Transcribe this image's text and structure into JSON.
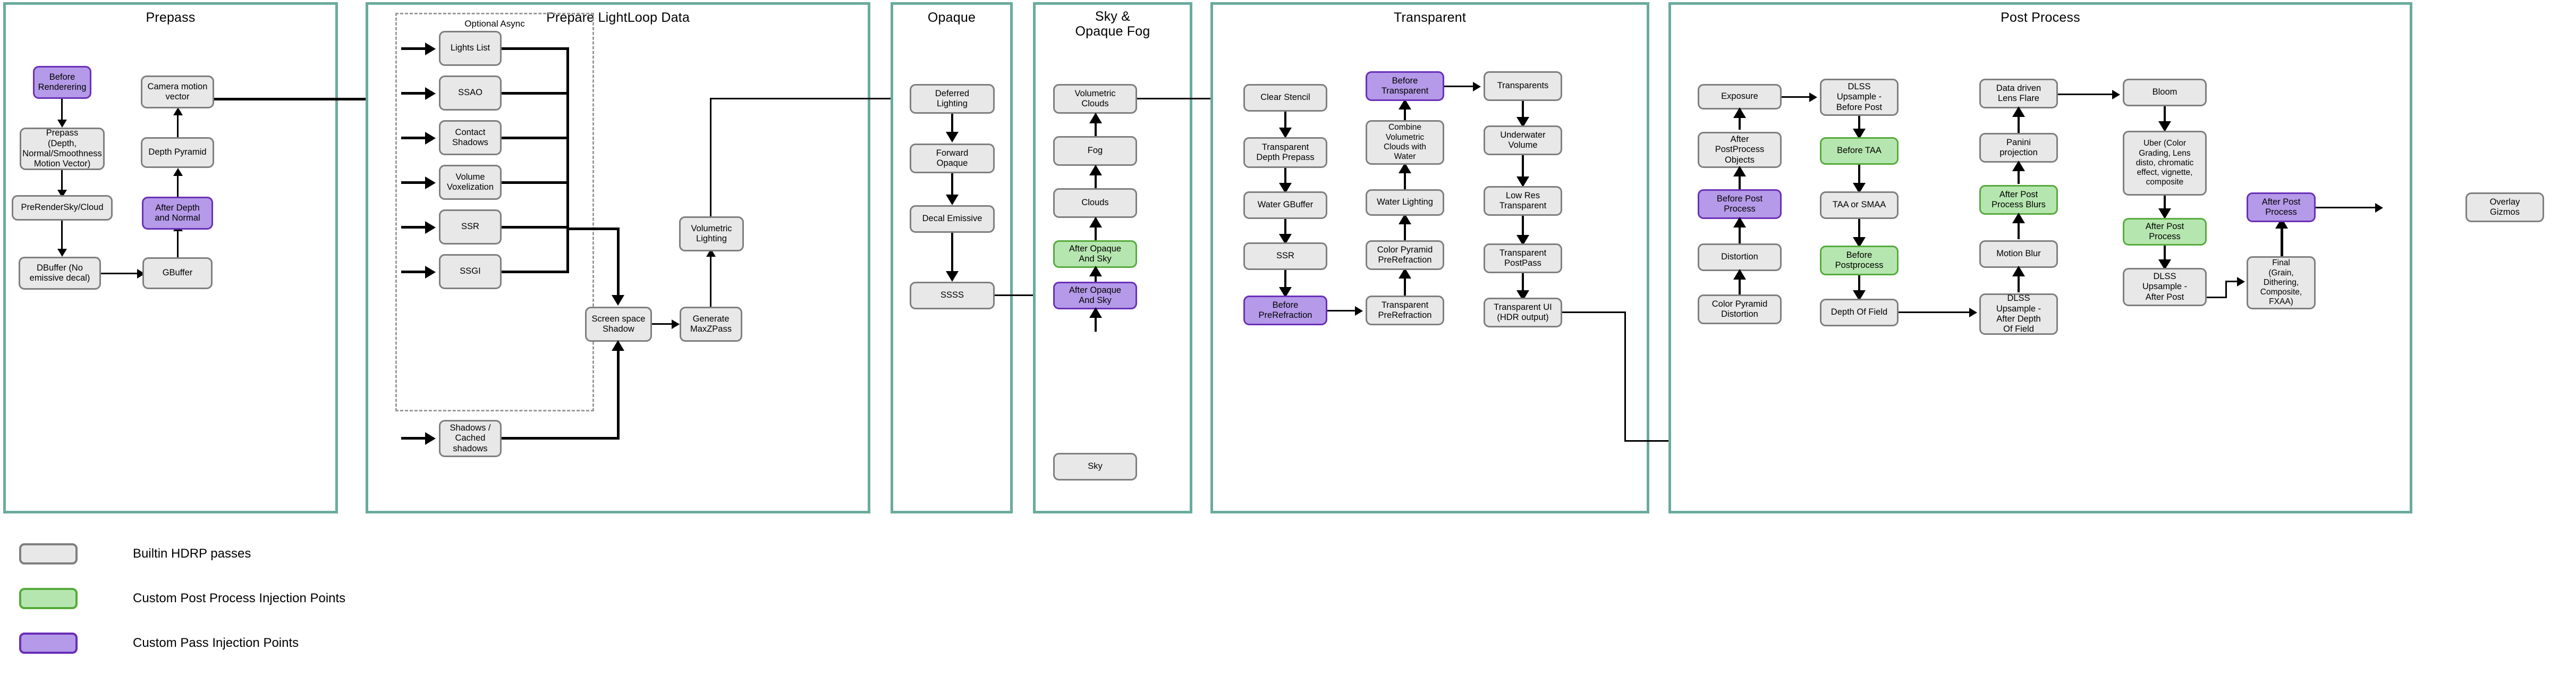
{
  "diagram": {
    "title": "HDRP Render Pipeline Pass Order",
    "colors": {
      "section_border": "#6aab9e",
      "builtin_fill": "#e8e8e8",
      "builtin_border": "#7f7f7f",
      "custom_post_fill": "#b6e6b0",
      "custom_post_border": "#56ab3c",
      "custom_pass_fill": "#b49ae8",
      "custom_pass_border": "#6a2fb8"
    }
  },
  "sections": {
    "prepass": {
      "title": "Prepass"
    },
    "lightloop": {
      "title": "Prepare LightLoop Data",
      "async_title": "Optional Async"
    },
    "opaque": {
      "title": "Opaque"
    },
    "skyfog": {
      "title": "Sky &\nOpaque Fog",
      "line1": "Sky &",
      "line2": "Opaque Fog"
    },
    "transparent": {
      "title": "Transparent"
    },
    "postprocess": {
      "title": "Post Process"
    }
  },
  "nodes": {
    "before_rendering": "Before\nRenderering",
    "prepass_depth": "Prepass\n(Depth,\nNormal/Smoothness\nMotion Vector)",
    "prerendersky": "PreRenderSky/Cloud",
    "dbuffer": "DBuffer (No\nemissive decal)",
    "camera_motion_vector": "Camera motion\nvector",
    "depth_pyramid": "Depth Pyramid",
    "after_depth_and_normal": "After Depth\nand Normal",
    "gbuffer": "GBuffer",
    "lights_list": "Lights List",
    "ssao": "SSAO",
    "contact_shadows": "Contact\nShadows",
    "volume_voxelization": "Volume\nVoxelization",
    "ssr_light": "SSR",
    "ssgi": "SSGI",
    "shadows_cached": "Shadows /\nCached\nshadows",
    "screen_space_shadow": "Screen space\nShadow",
    "generate_maxzpass": "Generate\nMaxZPass",
    "volumetric_lighting": "Volumetric\nLighting",
    "deferred_lighting": "Deferred\nLighting",
    "forward_opaque": "Forward\nOpaque",
    "decal_emissive": "Decal Emissive",
    "ssss": "SSSS",
    "volumetric_clouds": "Volumetric\nClouds",
    "fog": "Fog",
    "clouds": "Clouds",
    "after_opaque_and_sky_green": "After Opaque\nAnd Sky",
    "after_opaque_and_sky_purple": "After Opaque\nAnd Sky",
    "sky": "Sky",
    "clear_stencil": "Clear Stencil",
    "transparent_depth_prepass": "Transparent\nDepth Prepass",
    "water_gbuffer": "Water GBuffer",
    "ssr_transparent": "SSR",
    "before_prerefraction": "Before\nPreRefraction",
    "before_transparent": "Before\nTransparent",
    "combine_volumetric_clouds_with_water": "Combine\nVolumetric\nClouds with\nWater",
    "water_lighting": "Water Lighting",
    "color_pyramid_prerefraction": "Color Pyramid\nPreRefraction",
    "transparent_prerefraction": "Transparent\nPreRefraction",
    "transparents": "Transparents",
    "underwater_volume": "Underwater\nVolume",
    "low_res_transparent": "Low Res\nTransparent",
    "transparent_postpass": "Transparent\nPostPass",
    "transparent_ui": "Transparent UI\n(HDR output)",
    "exposure": "Exposure",
    "after_postprocess_objects": "After\nPostProcess\nObjects",
    "before_post_process": "Before Post\nProcess",
    "distortion": "Distortion",
    "color_pyramid_distortion": "Color Pyramid\nDistortion",
    "dlss_upsample_before_post": "DLSS\nUpsample -\nBefore Post",
    "before_taa": "Before TAA",
    "taa_or_smaa": "TAA or SMAA",
    "before_postprocess": "Before\nPostprocess",
    "depth_of_field": "Depth Of Field",
    "data_driven_lens_flare": "Data driven\nLens Flare",
    "panini_projection": "Panini\nprojection",
    "after_post_process_blurs": "After Post\nProcess Blurs",
    "motion_blur": "Motion Blur",
    "dlss_upsample_after_dof": "DLSS\nUpsample -\nAfter Depth\nOf Field",
    "bloom": "Bloom",
    "uber": "Uber (Color\nGrading, Lens\ndisto, chromatic\neffect, vignette,\ncomposite",
    "after_post_process_green": "After Post\nProcess",
    "dlss_upsample_after_post": "DLSS\nUpsample -\nAfter Post",
    "final": "Final\n(Grain,\nDithering,\nComposite,\nFXAA)",
    "after_post_process_purple": "After Post\nProcess",
    "overlay_gizmos": "Overlay\nGizmos"
  },
  "legend": [
    {
      "swatch": "builtin",
      "label": "Builtin HDRP passes"
    },
    {
      "swatch": "custom-post",
      "label": "Custom Post Process Injection Points"
    },
    {
      "swatch": "custom-pass",
      "label": "Custom Pass Injection Points"
    }
  ]
}
